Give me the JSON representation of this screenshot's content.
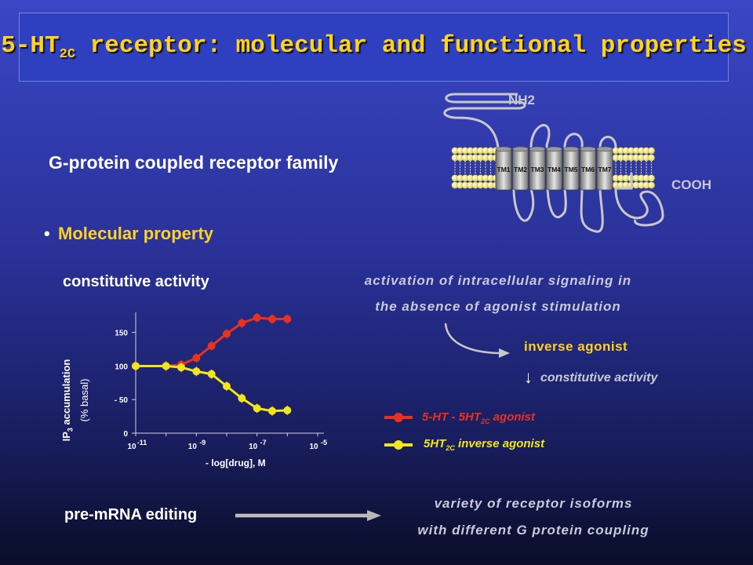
{
  "slide": {
    "title_main": "5-HT",
    "title_sub": "2C",
    "title_rest": " receptor: molecular and functional properties",
    "gpcr_family": "G-protein coupled receptor family",
    "bullet": "•",
    "molecular_property": "Molecular property",
    "constitutive_activity_heading": "constitutive activity",
    "activation_line1": "activation of intracellular signaling in",
    "activation_line2": "the absence of agonist stimulation",
    "inverse_agonist": "inverse agonist",
    "down_arrow": "↓",
    "constitutive_activity_small": "constitutive activity",
    "pre_mrna": "pre-mRNA editing",
    "variety_line1": "variety of receptor isoforms",
    "variety_line2": "with different G protein coupling",
    "colors": {
      "title": "#ffd21f",
      "agonist": "#e8321e",
      "inverse": "#f2e51c"
    }
  },
  "receptor": {
    "nh2": "NH2",
    "cooh": "COOH",
    "tm_labels": [
      "TM1",
      "TM2",
      "TM3",
      "TM4",
      "TM5",
      "TM6",
      "TM7"
    ]
  },
  "legend": {
    "agonist_pre": "5-HT - 5HT",
    "agonist_sub": "2C",
    "agonist_post": " agonist",
    "inverse_pre": "5HT",
    "inverse_sub": "2C",
    "inverse_post": " inverse agonist"
  },
  "chart_data": {
    "type": "line",
    "ylabel_main": "IP",
    "ylabel_sub": "3",
    "ylabel_rest": " accumulation",
    "ylabel_2": "(% basal)",
    "xlabel": "- log[drug], M",
    "y_ticks": [
      {
        "value": 0,
        "label": "0"
      },
      {
        "value": 50,
        "label": "- 50"
      },
      {
        "value": 100,
        "label": "100"
      },
      {
        "value": 150,
        "label": "150"
      }
    ],
    "x_ticks": [
      {
        "base": "10",
        "exp": "-11",
        "value": -11
      },
      {
        "base": "10",
        "exp": "-9",
        "value": -9
      },
      {
        "base": "10",
        "exp": "-7",
        "value": -7
      },
      {
        "base": "10",
        "exp": "-5",
        "value": -5
      }
    ],
    "xlim": [
      -11,
      -5
    ],
    "ylim": [
      0,
      180
    ],
    "series": [
      {
        "name": "5-HT - 5HT2C agonist",
        "color": "#e8321e",
        "x": [
          -11,
          -10,
          -9.5,
          -9,
          -8.5,
          -8,
          -7.5,
          -7,
          -6.5,
          -6
        ],
        "y": [
          100,
          100,
          102,
          112,
          130,
          148,
          164,
          172,
          170,
          170
        ]
      },
      {
        "name": "5HT2C inverse agonist",
        "color": "#f2e51c",
        "x": [
          -11,
          -10,
          -9.5,
          -9,
          -8.5,
          -8,
          -7.5,
          -7,
          -6.5,
          -6
        ],
        "y": [
          100,
          100,
          98,
          92,
          88,
          70,
          52,
          37,
          33,
          34
        ]
      }
    ]
  }
}
